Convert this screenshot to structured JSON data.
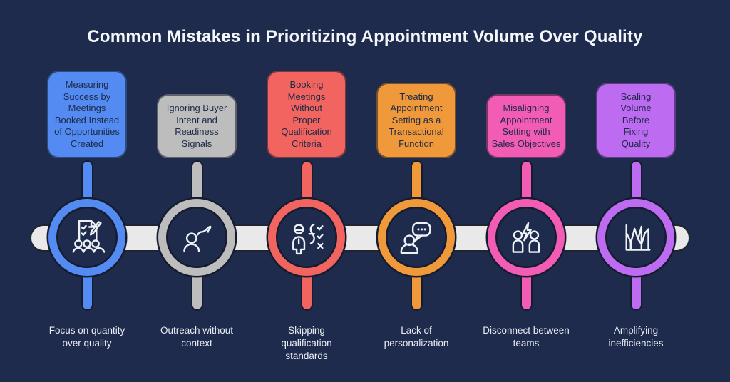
{
  "title": "Common Mistakes in Prioritizing Appointment Volume Over Quality",
  "colors": {
    "background": "#1e2b4c",
    "timeline_bar": "#e9e9ea",
    "title_text": "#f3f6fa",
    "card_text": "#1d2a47",
    "bottom_label_text": "#e9edf4"
  },
  "items": [
    {
      "box_label": "Measuring\nSuccess by\nMeetings\nBooked Instead\nof Opportunities\nCreated",
      "bottom_label": "Focus on quantity\nover quality",
      "color": "#538bf2",
      "icon": "checklist-pencil-people-icon"
    },
    {
      "box_label": "Ignoring Buyer\nIntent and\nReadiness\nSignals",
      "bottom_label": "Outreach without\ncontext",
      "color": "#bdbdbd",
      "icon": "person-squiggle-path-icon"
    },
    {
      "box_label": "Booking\nMeetings\nWithout\nProper\nQualification\nCriteria",
      "bottom_label": "Skipping\nqualification\nstandards",
      "color": "#f2645f",
      "icon": "person-criteria-checks-icon"
    },
    {
      "box_label": "Treating\nAppointment\nSetting as a\nTransactional\nFunction",
      "bottom_label": "Lack of\npersonalization",
      "color": "#f0993a",
      "icon": "person-speech-bubble-icon"
    },
    {
      "box_label": "Misaligning\nAppointment\nSetting with\nSales Objectives",
      "bottom_label": "Disconnect between\nteams",
      "color": "#f25cb4",
      "icon": "people-conflict-bolt-icon"
    },
    {
      "box_label": "Scaling\nVolume\nBefore\nFixing\nQuality",
      "bottom_label": "Amplifying\ninefficiencies",
      "color": "#bd6cf2",
      "icon": "jagged-chart-icon"
    }
  ]
}
